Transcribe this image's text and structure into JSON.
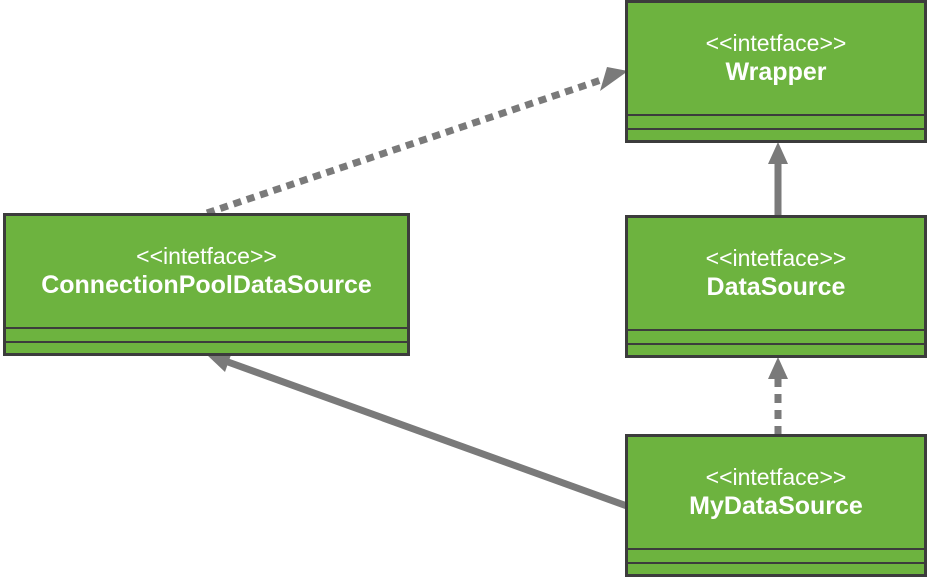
{
  "colors": {
    "class_fill": "#6db33f",
    "class_border": "#3c3c3c",
    "class_text": "#ffffff",
    "edge": "#7a7a7a"
  },
  "classes": {
    "wrapper": {
      "stereotype": "<<intetface>>",
      "name": "Wrapper"
    },
    "connection_pool_data_source": {
      "stereotype": "<<intetface>>",
      "name": "ConnectionPoolDataSource"
    },
    "data_source": {
      "stereotype": "<<intetface>>",
      "name": "DataSource"
    },
    "my_data_source": {
      "stereotype": "<<intetface>>",
      "name": "MyDataSource"
    }
  },
  "relations": [
    {
      "from": "ConnectionPoolDataSource",
      "to": "Wrapper",
      "style": "dashed"
    },
    {
      "from": "DataSource",
      "to": "Wrapper",
      "style": "solid"
    },
    {
      "from": "MyDataSource",
      "to": "DataSource",
      "style": "dashed"
    },
    {
      "from": "MyDataSource",
      "to": "ConnectionPoolDataSource",
      "style": "solid"
    }
  ]
}
